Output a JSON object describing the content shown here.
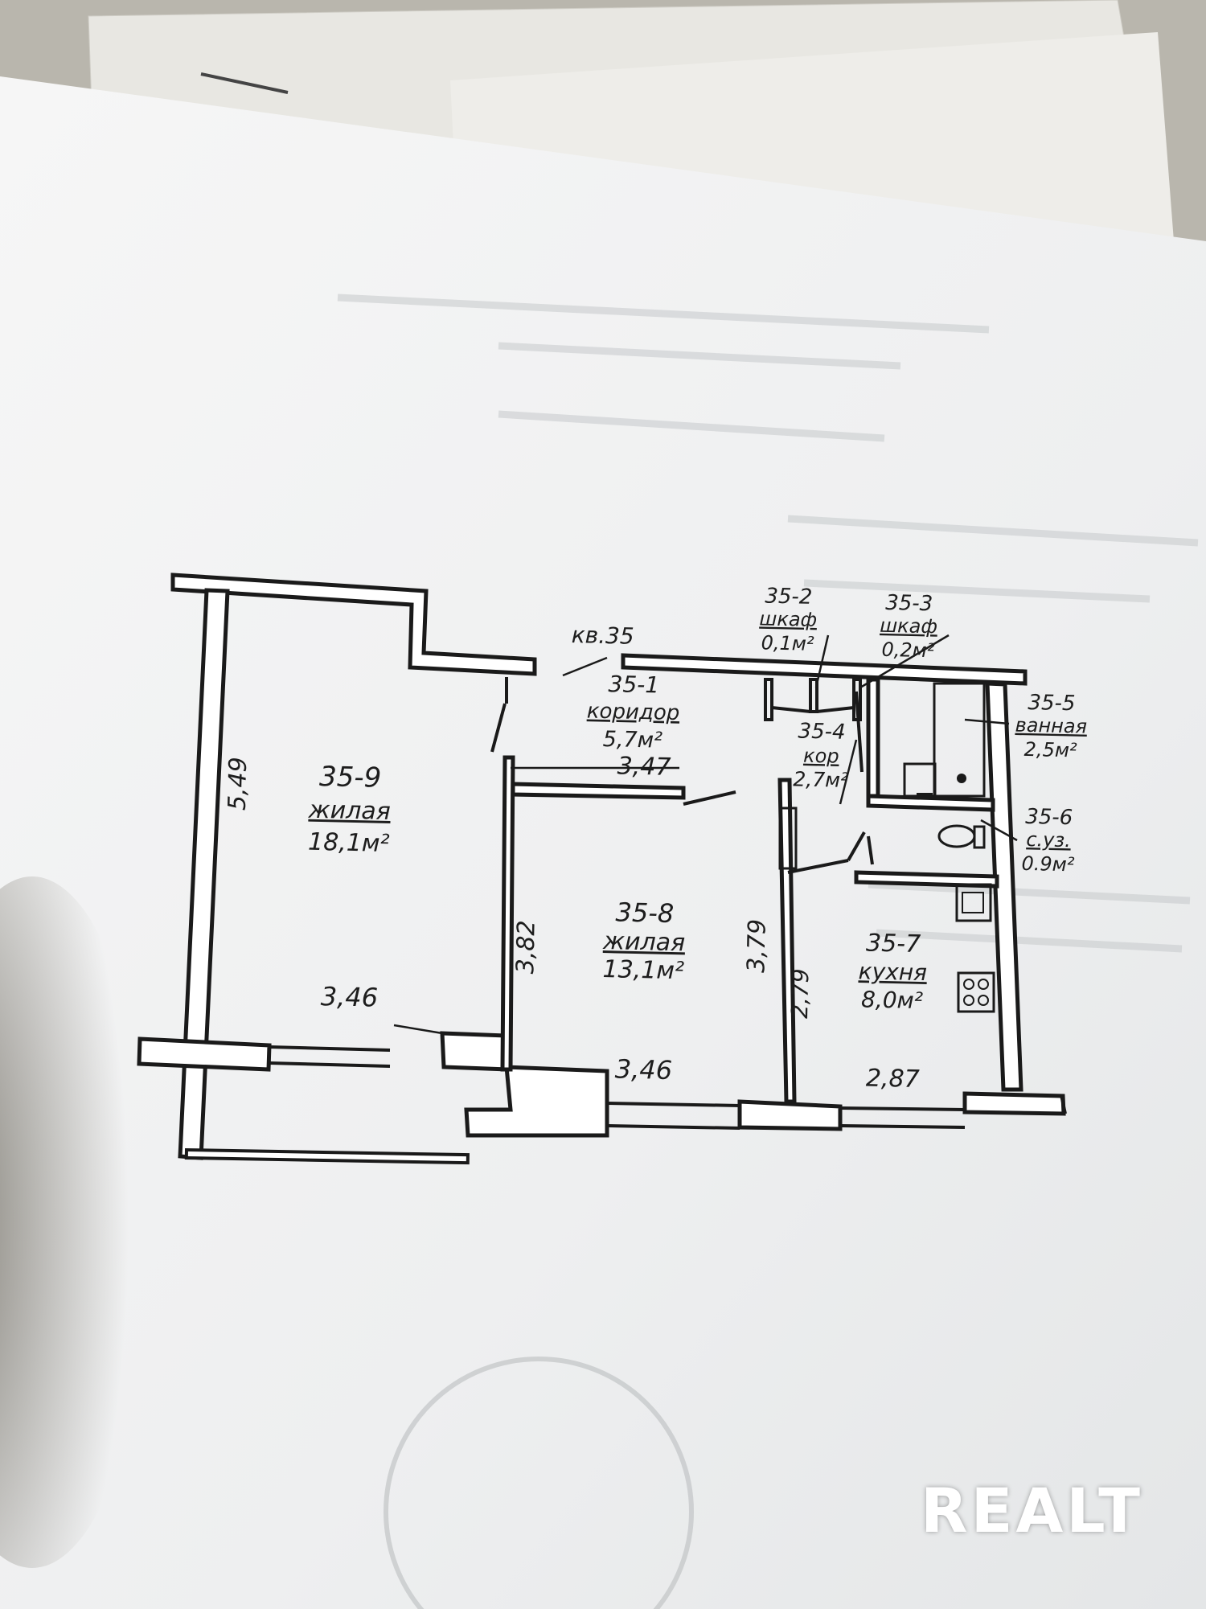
{
  "apartment_label": "кв.35",
  "rooms": [
    {
      "id": "35-9",
      "name": "жилая",
      "area": "18,1м²"
    },
    {
      "id": "35-8",
      "name": "жилая",
      "area": "13,1м²"
    },
    {
      "id": "35-7",
      "name": "кухня",
      "area": "8,0м²"
    },
    {
      "id": "35-1",
      "name": "коридор",
      "area": "5,7м²"
    },
    {
      "id": "35-4",
      "name": "кор",
      "area": "2,7м²"
    },
    {
      "id": "35-2",
      "name": "шкаф",
      "area": "0,1м²"
    },
    {
      "id": "35-3",
      "name": "шкаф",
      "area": "0,2м²"
    },
    {
      "id": "35-5",
      "name": "ванная",
      "area": "2,5м²"
    },
    {
      "id": "35-6",
      "name": "с.уз.",
      "area": "0.9м²"
    }
  ],
  "dimensions": {
    "room9_height": "5,49",
    "room9_width": "3,46",
    "room8_left_height": "3,82",
    "room8_right_height": "3,79",
    "room8_width": "3,46",
    "corridor_width": "3,47",
    "kitchen_height": "2,79",
    "kitchen_width": "2,87"
  },
  "watermark": "REALT",
  "colors": {
    "paper": "#f1f2f2",
    "background": "#b9b6ad",
    "ink": "#1a1a1a"
  }
}
